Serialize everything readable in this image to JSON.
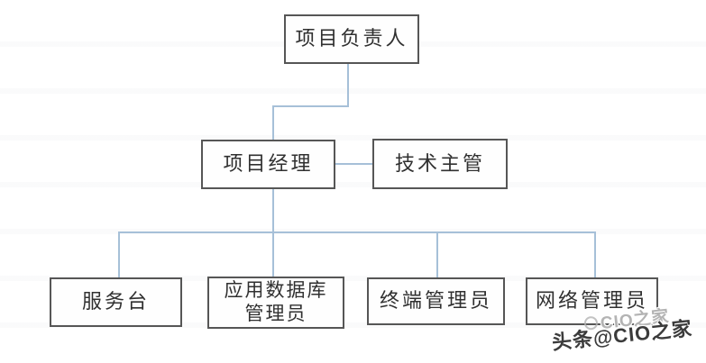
{
  "diagram": {
    "type": "org-chart",
    "nodes": {
      "project_leader": {
        "label": "项目负责人"
      },
      "project_manager": {
        "label": "项目经理"
      },
      "tech_supervisor": {
        "label": "技术主管"
      },
      "service_desk": {
        "label": "服务台"
      },
      "app_db_admin": {
        "label": "应用数据库\n管理员"
      },
      "terminal_admin": {
        "label": "终端管理员"
      },
      "network_admin": {
        "label": "网络管理员"
      }
    },
    "edges": [
      {
        "from": "project_leader",
        "to": "project_manager"
      },
      {
        "from": "project_manager",
        "to": "tech_supervisor"
      },
      {
        "from": "project_manager",
        "to": "service_desk"
      },
      {
        "from": "project_manager",
        "to": "app_db_admin"
      },
      {
        "from": "project_manager",
        "to": "terminal_admin"
      },
      {
        "from": "project_manager",
        "to": "network_admin"
      }
    ],
    "colors": {
      "box_border": "#565656",
      "box_bg": "#fefefe",
      "text": "#303030",
      "connector": "#a6c0d8",
      "page_bg": "#ffffff",
      "watermark_text": "#3b3b3b",
      "watermark_echo": "#b3b3b3"
    }
  },
  "watermark": {
    "text": "头条@CIO之家",
    "echo_text": "CIO之家"
  }
}
